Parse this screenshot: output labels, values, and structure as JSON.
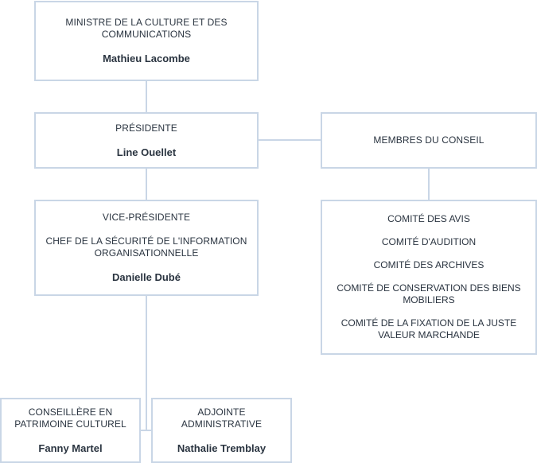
{
  "minister": {
    "title": "MINISTRE DE LA CULTURE ET DES COMMUNICATIONS",
    "name": "Mathieu Lacombe"
  },
  "president": {
    "title": "PRÉSIDENTE",
    "name": "Line Ouellet"
  },
  "council": {
    "title": "MEMBRES DU CONSEIL"
  },
  "vice_president": {
    "title": "VICE-PRÉSIDENTE",
    "subtitle": "CHEF DE LA SÉCURITÉ DE L'INFORMATION ORGANISATIONNELLE",
    "name": "Danielle Dubé"
  },
  "committees": {
    "items": [
      "COMITÉ DES AVIS",
      "COMITÉ D'AUDITION",
      "COMITÉ DES ARCHIVES",
      "COMITÉ DE CONSERVATION DES BIENS MOBILIERS",
      "COMITÉ DE LA FIXATION DE LA JUSTE VALEUR MARCHANDE"
    ]
  },
  "advisor": {
    "title": "CONSEILLÈRE EN PATRIMOINE CULTUREL",
    "name": "Fanny Martel"
  },
  "assistant": {
    "title": "ADJOINTE ADMINISTRATIVE",
    "name": "Nathalie Tremblay"
  },
  "colors": {
    "border": "#c9d6e6",
    "text": "#2a3440",
    "background": "#ffffff"
  }
}
